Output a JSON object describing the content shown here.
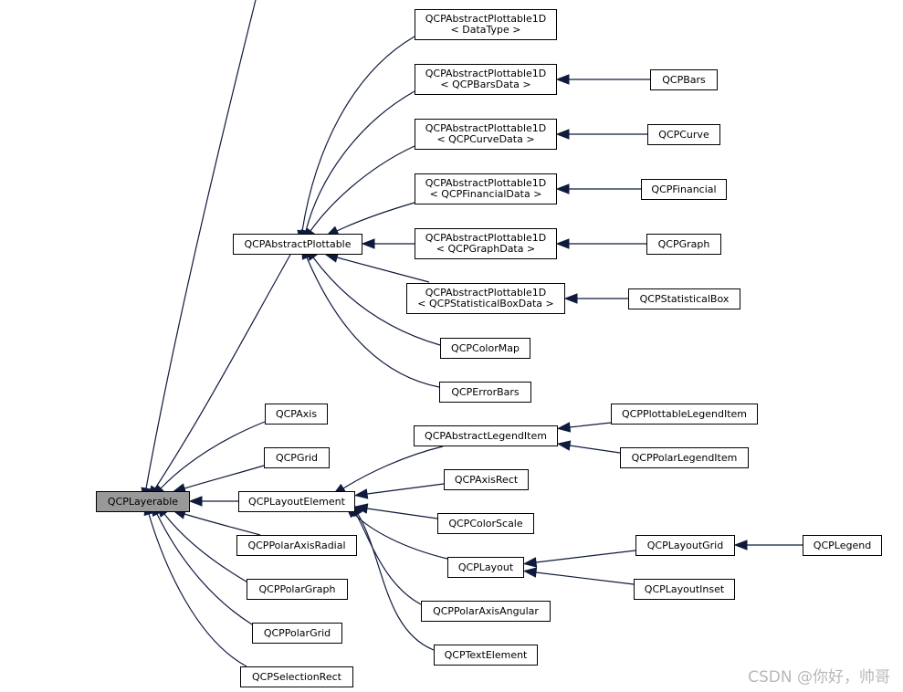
{
  "diagram": {
    "edge_color": "#0f1a3c",
    "root_fill": "#999999",
    "nodes": [
      {
        "id": "layerable",
        "lines": [
          "QCPLayerable"
        ],
        "root": true
      },
      {
        "id": "abstract_plottable",
        "lines": [
          "QCPAbstractPlottable"
        ]
      },
      {
        "id": "ap1d_datatype",
        "lines": [
          "QCPAbstractPlottable1D",
          "< DataType >"
        ]
      },
      {
        "id": "ap1d_bars",
        "lines": [
          "QCPAbstractPlottable1D",
          "< QCPBarsData >"
        ]
      },
      {
        "id": "ap1d_curve",
        "lines": [
          "QCPAbstractPlottable1D",
          "< QCPCurveData >"
        ]
      },
      {
        "id": "ap1d_financial",
        "lines": [
          "QCPAbstractPlottable1D",
          "< QCPFinancialData >"
        ]
      },
      {
        "id": "ap1d_graph",
        "lines": [
          "QCPAbstractPlottable1D",
          "< QCPGraphData >"
        ]
      },
      {
        "id": "ap1d_statbox",
        "lines": [
          "QCPAbstractPlottable1D",
          "< QCPStatisticalBoxData >"
        ]
      },
      {
        "id": "bars",
        "lines": [
          "QCPBars"
        ]
      },
      {
        "id": "curve",
        "lines": [
          "QCPCurve"
        ]
      },
      {
        "id": "financial",
        "lines": [
          "QCPFinancial"
        ]
      },
      {
        "id": "graph",
        "lines": [
          "QCPGraph"
        ]
      },
      {
        "id": "statbox",
        "lines": [
          "QCPStatisticalBox"
        ]
      },
      {
        "id": "colormap",
        "lines": [
          "QCPColorMap"
        ]
      },
      {
        "id": "errorbars",
        "lines": [
          "QCPErrorBars"
        ]
      },
      {
        "id": "axis",
        "lines": [
          "QCPAxis"
        ]
      },
      {
        "id": "grid",
        "lines": [
          "QCPGrid"
        ]
      },
      {
        "id": "layout_element",
        "lines": [
          "QCPLayoutElement"
        ]
      },
      {
        "id": "polar_axis_radial",
        "lines": [
          "QCPPolarAxisRadial"
        ]
      },
      {
        "id": "polar_graph",
        "lines": [
          "QCPPolarGraph"
        ]
      },
      {
        "id": "polar_grid",
        "lines": [
          "QCPPolarGrid"
        ]
      },
      {
        "id": "selection_rect",
        "lines": [
          "QCPSelectionRect"
        ]
      },
      {
        "id": "abstract_legend_item",
        "lines": [
          "QCPAbstractLegendItem"
        ]
      },
      {
        "id": "plottable_legend_item",
        "lines": [
          "QCPPlottableLegendItem"
        ]
      },
      {
        "id": "polar_legend_item",
        "lines": [
          "QCPPolarLegendItem"
        ]
      },
      {
        "id": "axis_rect",
        "lines": [
          "QCPAxisRect"
        ]
      },
      {
        "id": "color_scale",
        "lines": [
          "QCPColorScale"
        ]
      },
      {
        "id": "layout",
        "lines": [
          "QCPLayout"
        ]
      },
      {
        "id": "layout_grid",
        "lines": [
          "QCPLayoutGrid"
        ]
      },
      {
        "id": "layout_inset",
        "lines": [
          "QCPLayoutInset"
        ]
      },
      {
        "id": "legend",
        "lines": [
          "QCPLegend"
        ]
      },
      {
        "id": "polar_axis_angular",
        "lines": [
          "QCPPolarAxisAngular"
        ]
      },
      {
        "id": "text_element",
        "lines": [
          "QCPTextElement"
        ]
      }
    ],
    "edges": [
      {
        "from": "bars",
        "to": "ap1d_bars"
      },
      {
        "from": "curve",
        "to": "ap1d_curve"
      },
      {
        "from": "financial",
        "to": "ap1d_financial"
      },
      {
        "from": "graph",
        "to": "ap1d_graph"
      },
      {
        "from": "statbox",
        "to": "ap1d_statbox"
      },
      {
        "from": "ap1d_datatype",
        "to": "abstract_plottable"
      },
      {
        "from": "ap1d_bars",
        "to": "abstract_plottable"
      },
      {
        "from": "ap1d_curve",
        "to": "abstract_plottable"
      },
      {
        "from": "ap1d_financial",
        "to": "abstract_plottable"
      },
      {
        "from": "ap1d_graph",
        "to": "abstract_plottable"
      },
      {
        "from": "ap1d_statbox",
        "to": "abstract_plottable"
      },
      {
        "from": "colormap",
        "to": "abstract_plottable"
      },
      {
        "from": "errorbars",
        "to": "abstract_plottable"
      },
      {
        "from": "abstract_plottable",
        "to": "layerable"
      },
      {
        "from": "offscreen",
        "to": "layerable"
      },
      {
        "from": "axis",
        "to": "layerable"
      },
      {
        "from": "grid",
        "to": "layerable"
      },
      {
        "from": "layout_element",
        "to": "layerable"
      },
      {
        "from": "polar_axis_radial",
        "to": "layerable"
      },
      {
        "from": "polar_graph",
        "to": "layerable"
      },
      {
        "from": "polar_grid",
        "to": "layerable"
      },
      {
        "from": "selection_rect",
        "to": "layerable"
      },
      {
        "from": "plottable_legend_item",
        "to": "abstract_legend_item"
      },
      {
        "from": "polar_legend_item",
        "to": "abstract_legend_item"
      },
      {
        "from": "abstract_legend_item",
        "to": "layout_element"
      },
      {
        "from": "axis_rect",
        "to": "layout_element"
      },
      {
        "from": "color_scale",
        "to": "layout_element"
      },
      {
        "from": "layout",
        "to": "layout_element"
      },
      {
        "from": "polar_axis_angular",
        "to": "layout_element"
      },
      {
        "from": "text_element",
        "to": "layout_element"
      },
      {
        "from": "layout_grid",
        "to": "layout"
      },
      {
        "from": "layout_inset",
        "to": "layout"
      },
      {
        "from": "legend",
        "to": "layout_grid"
      }
    ]
  },
  "watermark": "CSDN @你好，帅哥"
}
